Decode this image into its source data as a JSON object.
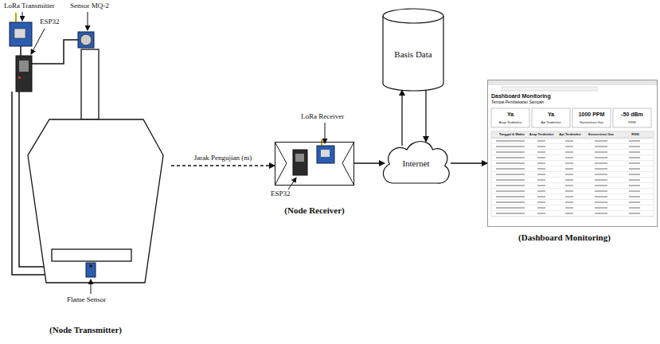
{
  "diagram": {
    "nodes": [
      {
        "text": [
          "(Node Transmitter)"
        ]
      },
      {
        "text": [
          "(Node Receiver)"
        ]
      },
      {
        "text": [
          "Internet"
        ]
      },
      {
        "text": [
          "Basis Data"
        ]
      },
      {
        "text": [
          "(Dashboard Monitoring)"
        ]
      }
    ],
    "edges": [
      {
        "from": 0,
        "to": 1,
        "label": "Jarak Pengujian (m)",
        "arrow": "to"
      },
      {
        "from": 1,
        "to": 2,
        "arrow": "to"
      },
      {
        "from": 2,
        "to": 3,
        "arrow": "to"
      },
      {
        "from": 3,
        "to": 2,
        "arrow": "to"
      },
      {
        "from": 2,
        "to": 4,
        "arrow": "to"
      }
    ],
    "labels": [
      "LoRa Transmitter",
      "ESP32",
      "Sensor MQ-2",
      "Flame Sensor",
      "LoRa Receiver",
      "ESP32",
      "Dashboard Monitoring",
      "Tempat Pembakaran Sampah",
      "Ya",
      "Asap Terdeteksi",
      "Ya",
      "Api Terdeteksi",
      "1000 PPM",
      "Konsentrasi Gas",
      "-50 dBm",
      "RSSI",
      "Tanggal & Waktu",
      "Asap Terdeteksi",
      "Api Terdeteksi",
      "Konsentrasi Gas",
      "RSSI"
    ]
  }
}
